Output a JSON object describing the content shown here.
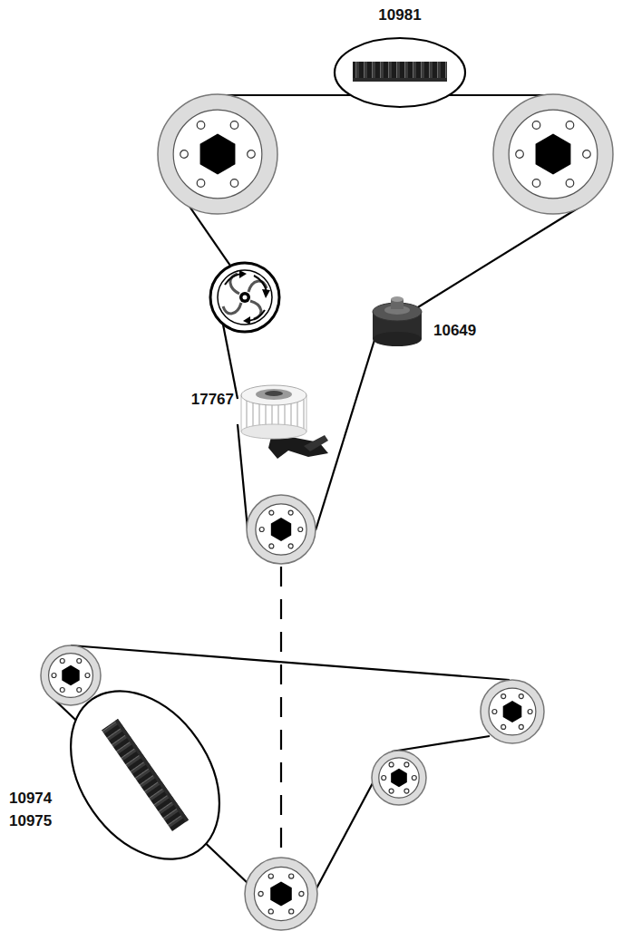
{
  "diagram": {
    "labels": [
      "10981",
      "10649",
      "17767",
      "10974",
      "10975"
    ]
  }
}
